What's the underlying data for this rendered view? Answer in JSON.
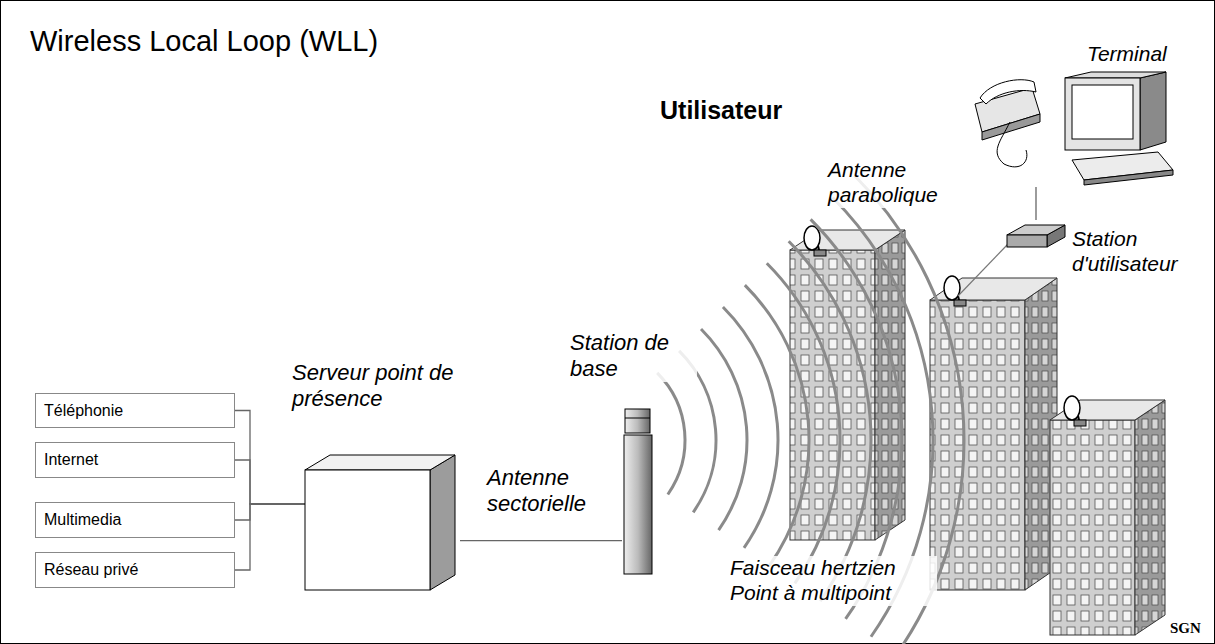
{
  "diagram": {
    "title": "Wireless Local Loop (WLL)",
    "nodes": [
      {
        "text": [
          "Téléphonie"
        ]
      },
      {
        "text": [
          "Internet"
        ]
      },
      {
        "text": [
          "Multimedia"
        ]
      },
      {
        "text": [
          "Réseau privé"
        ]
      },
      {
        "text": [
          "Serveur point de présence"
        ]
      },
      {
        "text": [
          "Station de base",
          "Antenne sectorielle"
        ]
      },
      {
        "text": [
          "Station d'utilisateur"
        ]
      },
      {
        "text": [
          "Terminal"
        ]
      }
    ],
    "edges": [
      {
        "from": 0,
        "to": 4,
        "arrow": "none"
      },
      {
        "from": 1,
        "to": 4,
        "arrow": "none"
      },
      {
        "from": 2,
        "to": 4,
        "arrow": "none"
      },
      {
        "from": 3,
        "to": 4,
        "arrow": "none"
      },
      {
        "from": 4,
        "to": 5,
        "arrow": "none"
      },
      {
        "from": 7,
        "to": 6,
        "arrow": "none"
      }
    ],
    "labels": [
      "Utilisateur",
      "Antenne parabolique",
      "Faisceau hertzien Point à multipoint",
      "SGN"
    ]
  }
}
